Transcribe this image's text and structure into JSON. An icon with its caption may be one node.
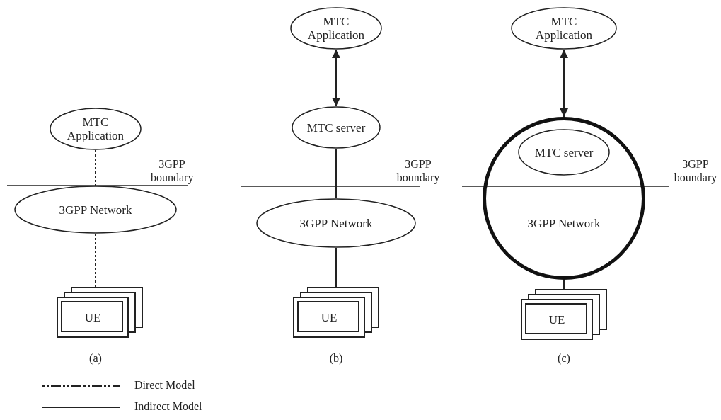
{
  "diagram": {
    "nodes": [
      {
        "text": [
          "MTC Application"
        ]
      },
      {
        "text": [
          "3GPP Network"
        ]
      },
      {
        "text": [
          "UE"
        ]
      },
      {
        "text": [
          "MTC Application"
        ]
      },
      {
        "text": [
          "MTC server"
        ]
      },
      {
        "text": [
          "3GPP Network"
        ]
      },
      {
        "text": [
          "UE"
        ]
      },
      {
        "text": [
          "MTC Application"
        ]
      },
      {
        "text": [
          "3GPP Network"
        ]
      },
      {
        "text": [
          "MTC server"
        ],
        "in": 8
      },
      {
        "text": [
          "UE"
        ]
      }
    ],
    "edges": [
      {
        "from": 0,
        "to": 1,
        "arrow": "none",
        "style": "dashed"
      },
      {
        "from": 1,
        "to": 2,
        "arrow": "none",
        "style": "dashed"
      },
      {
        "from": 3,
        "to": 4,
        "arrow": "both"
      },
      {
        "from": 4,
        "to": 5,
        "arrow": "none"
      },
      {
        "from": 5,
        "to": 6,
        "arrow": "none"
      },
      {
        "from": 7,
        "to": 8,
        "arrow": "both"
      },
      {
        "from": 8,
        "to": 10,
        "arrow": "none"
      }
    ],
    "labels": [
      "3GPP boundary",
      "3GPP boundary",
      "3GPP boundary",
      "(a)",
      "(b)",
      "(c)"
    ],
    "legend": [
      {
        "text": "Direct Model"
      },
      {
        "text": "Indirect Model"
      }
    ]
  }
}
